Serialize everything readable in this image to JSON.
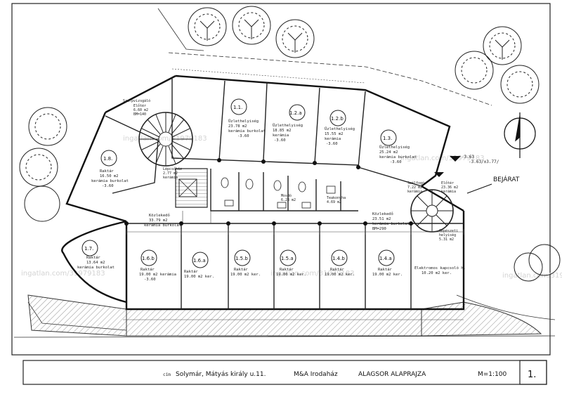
{
  "title_block": {
    "cim_label": "cím",
    "location": "Solymár, Mátyás király u.11.",
    "project": "M&A Irodaház",
    "drawing_title": "ALAGSOR   ALAPRAJZA",
    "scale": "M=1:100",
    "sheet_number": "1."
  },
  "entrance_label": "BEJÁRAT",
  "level_markers": [
    "-3.63",
    "-3.63/±3.77/"
  ],
  "watermark": "ingatlan.com/31979183",
  "stair_label": "Szerpvizsgáló",
  "rooms": {
    "r11": {
      "num": "1.1.",
      "lines": [
        "Üzlethelyiség",
        "23.78 m2",
        "kerámia burkolat",
        "-3.60"
      ]
    },
    "r12": {
      "num": "1.2.a",
      "lines": [
        "Üzlethelyiség",
        "18.85 m2",
        "kerámia",
        "-3.60"
      ]
    },
    "r12b": {
      "num": "1.2.b",
      "lines": [
        "Üzlethelyiség",
        "15.55 m2",
        "kerámia",
        "-3.60"
      ]
    },
    "r13": {
      "num": "1.3.",
      "lines": [
        "Üzlethelyiség",
        "25.24 m2",
        "kerámia burkolat",
        "-3.60"
      ]
    },
    "r18": {
      "num": "1.8.",
      "lines": [
        "Raktár",
        "16.50 m2",
        "kerámia burkolat",
        "-3.60"
      ]
    },
    "r17": {
      "num": "1.7.",
      "lines": [
        "Raktár",
        "13.64 m2",
        "kerámia burkolat"
      ]
    },
    "folyoso_left": {
      "lines": [
        "Közlekedő",
        "33.79 m2",
        "kerámia burkolat"
      ]
    },
    "folyoso_right": {
      "lines": [
        "Közlekedő",
        "23.51 m2",
        "kerámia burkolat",
        "BM=290"
      ]
    },
    "lepcsohaz": {
      "lines": [
        "Lépcsőház",
        "2.77 m2",
        "kerámia"
      ]
    },
    "liftakna": {
      "lines": [
        "Előtér",
        "6.60 m2",
        "BM=140"
      ]
    },
    "eloter": {
      "lines": [
        "Előtér",
        "23.36 m2",
        "kerámia"
      ]
    },
    "szelfogo": {
      "lines": [
        "Szélfogó",
        "7.22 m2",
        "kerámia"
      ]
    },
    "mosdo": {
      "lines": [
        "Mosdó",
        "6.23 m2"
      ]
    },
    "teakonyha": {
      "lines": [
        "Teakonyha",
        "4.69 m2"
      ]
    },
    "gepeszet": {
      "lines": [
        "Gépészeti",
        "helyiség",
        "5.31 m2"
      ]
    },
    "r16b": {
      "num": "1.6.b",
      "lines": [
        "Raktár",
        "19.00 m2 kerámia",
        "-3.60"
      ]
    },
    "r16a": {
      "num": "1.6.a",
      "lines": [
        "Raktár",
        "19.00 m2 ker."
      ]
    },
    "r15b": {
      "num": "1.5.b",
      "lines": [
        "Raktár",
        "19.00 m2 ker."
      ]
    },
    "r15a": {
      "num": "1.5.a",
      "lines": [
        "Raktár",
        "19.00 m2 ker."
      ]
    },
    "r14b": {
      "num": "1.4.b",
      "lines": [
        "Raktár",
        "19.00 m2 ker."
      ]
    },
    "r14a": {
      "num": "1.4.a",
      "lines": [
        "Raktár",
        "19.00 m2 ker."
      ]
    },
    "elektromos": {
      "lines": [
        "Elektromos kapcsoló h.",
        "10.20 m2 ker."
      ]
    }
  }
}
